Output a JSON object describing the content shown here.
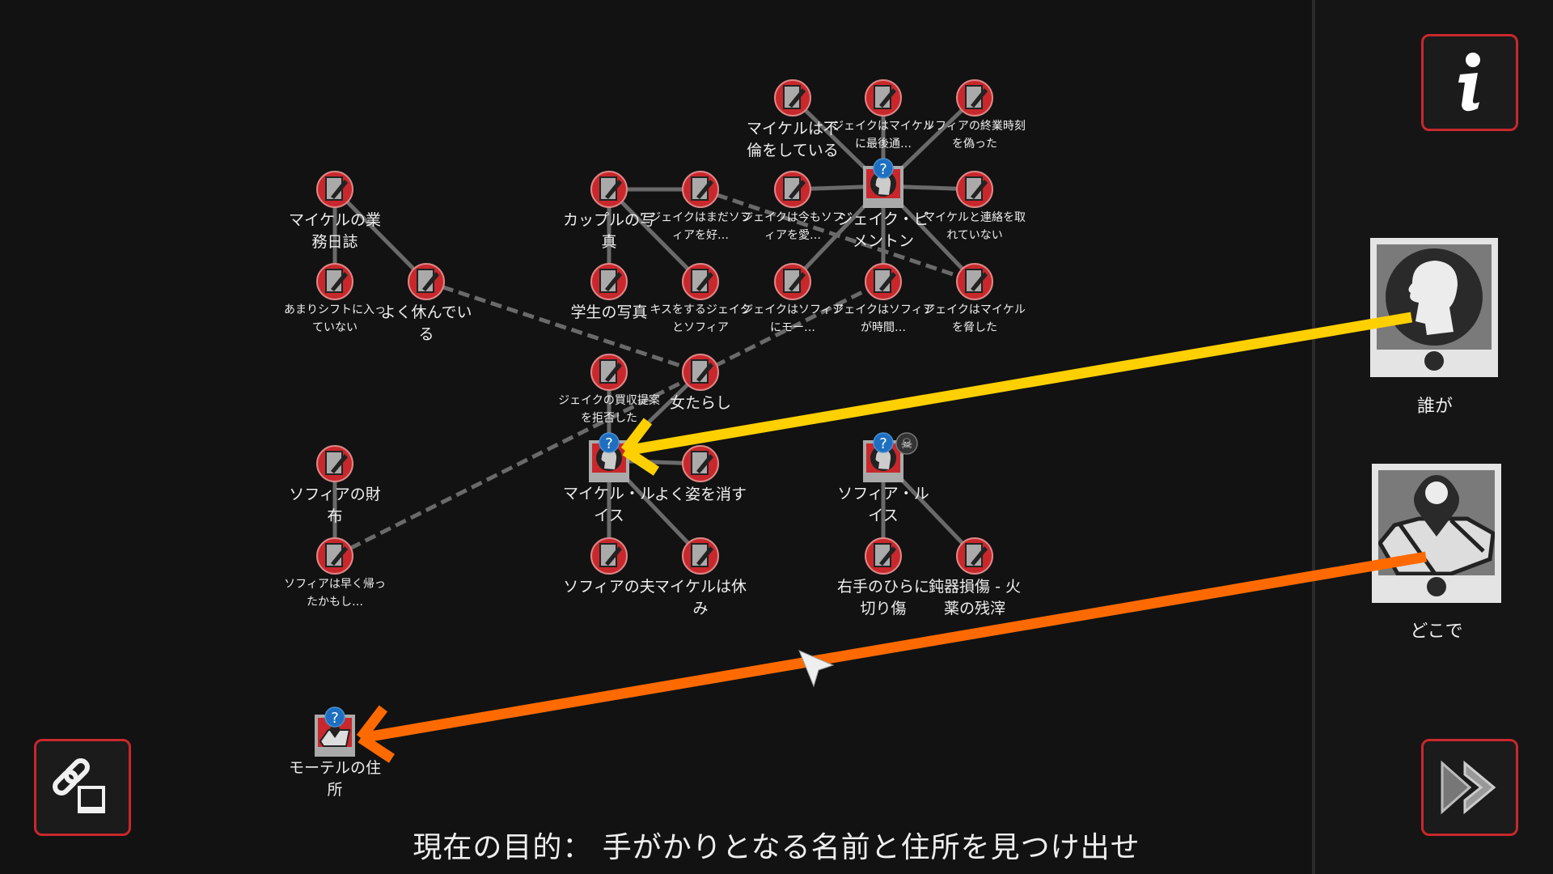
{
  "nodes": [
    {
      "id": "n1",
      "label": "マイケルは不倫をしている",
      "type": "clue",
      "size": "big"
    },
    {
      "id": "n2",
      "label": "ジェイクはマイケルに最後通…",
      "type": "clue",
      "size": "small"
    },
    {
      "id": "n3",
      "label": "ソフィアの終業時刻を偽った",
      "type": "clue",
      "size": "small"
    },
    {
      "id": "n4",
      "label": "マイケルの業務日誌",
      "type": "clue",
      "size": "big"
    },
    {
      "id": "n5",
      "label": "カップルの写真",
      "type": "clue",
      "size": "big"
    },
    {
      "id": "n6",
      "label": "ジェイクはまだソフィアを好…",
      "type": "clue",
      "size": "small"
    },
    {
      "id": "n7",
      "label": "ジェイクは今もソフィアを愛…",
      "type": "clue",
      "size": "small"
    },
    {
      "id": "jake",
      "label": "ジェイク・ピメントン",
      "type": "person",
      "size": "big",
      "badges": [
        "question"
      ]
    },
    {
      "id": "n8",
      "label": "マイケルと連絡を取れていない",
      "type": "clue",
      "size": "small"
    },
    {
      "id": "n9",
      "label": "あまりシフトに入っていない",
      "type": "clue",
      "size": "small"
    },
    {
      "id": "n10",
      "label": "よく休んでいる",
      "type": "clue",
      "size": "big"
    },
    {
      "id": "n11",
      "label": "学生の写真",
      "type": "clue",
      "size": "big"
    },
    {
      "id": "n12",
      "label": "キスをするジェイクとソフィア",
      "type": "clue",
      "size": "small"
    },
    {
      "id": "n13",
      "label": "ジェイクはソフィアにモー…",
      "type": "clue",
      "size": "small"
    },
    {
      "id": "n14",
      "label": "ジェイクはソフィアが時間…",
      "type": "clue",
      "size": "small"
    },
    {
      "id": "n15",
      "label": "ジェイクはマイケルを脅した",
      "type": "clue",
      "size": "small"
    },
    {
      "id": "n16",
      "label": "ジェイクの買収提案を拒否した",
      "type": "clue",
      "size": "small"
    },
    {
      "id": "n17",
      "label": "女たらし",
      "type": "clue",
      "size": "big"
    },
    {
      "id": "n18",
      "label": "ソフィアの財布",
      "type": "clue",
      "size": "big"
    },
    {
      "id": "michael",
      "label": "マイケル・ルイス",
      "type": "person",
      "size": "big",
      "badges": [
        "question"
      ]
    },
    {
      "id": "n19",
      "label": "よく姿を消す",
      "type": "clue",
      "size": "big"
    },
    {
      "id": "sofia",
      "label": "ソフィア・ルイス",
      "type": "person",
      "size": "big",
      "badges": [
        "question",
        "skull"
      ]
    },
    {
      "id": "n20",
      "label": "ソフィアは早く帰ったかもし…",
      "type": "clue",
      "size": "small"
    },
    {
      "id": "n21",
      "label": "ソフィアの夫",
      "type": "clue",
      "size": "big"
    },
    {
      "id": "n22",
      "label": "マイケルは休み",
      "type": "clue",
      "size": "big"
    },
    {
      "id": "n23",
      "label": "右手のひらに切り傷",
      "type": "clue",
      "size": "big"
    },
    {
      "id": "n24",
      "label": "鈍器損傷 - 火薬の残滓",
      "type": "clue",
      "size": "big"
    },
    {
      "id": "motel",
      "label": "モーテルの住所",
      "type": "location",
      "size": "big",
      "badges": [
        "question"
      ]
    }
  ],
  "edges": [
    {
      "from": "n4",
      "to": "n9",
      "style": "solid"
    },
    {
      "from": "n4",
      "to": "n10",
      "style": "solid"
    },
    {
      "from": "n5",
      "to": "n6",
      "style": "solid"
    },
    {
      "from": "n5",
      "to": "n11",
      "style": "solid"
    },
    {
      "from": "n5",
      "to": "n12",
      "style": "solid"
    },
    {
      "from": "jake",
      "to": "n1",
      "style": "solid"
    },
    {
      "from": "jake",
      "to": "n2",
      "style": "solid"
    },
    {
      "from": "jake",
      "to": "n3",
      "style": "solid"
    },
    {
      "from": "jake",
      "to": "n7",
      "style": "solid"
    },
    {
      "from": "jake",
      "to": "n8",
      "style": "solid"
    },
    {
      "from": "jake",
      "to": "n13",
      "style": "solid"
    },
    {
      "from": "jake",
      "to": "n14",
      "style": "solid"
    },
    {
      "from": "jake",
      "to": "n15",
      "style": "solid"
    },
    {
      "from": "n16",
      "to": "michael",
      "style": "solid"
    },
    {
      "from": "n17",
      "to": "michael",
      "style": "solid"
    },
    {
      "from": "michael",
      "to": "n19",
      "style": "solid"
    },
    {
      "from": "michael",
      "to": "n21",
      "style": "solid"
    },
    {
      "from": "michael",
      "to": "n22",
      "style": "solid"
    },
    {
      "from": "sofia",
      "to": "n23",
      "style": "solid"
    },
    {
      "from": "sofia",
      "to": "n24",
      "style": "solid"
    },
    {
      "from": "n18",
      "to": "n20",
      "style": "solid"
    },
    {
      "from": "n10",
      "to": "n17",
      "style": "dashed"
    },
    {
      "from": "n6",
      "to": "n15",
      "style": "dashed"
    },
    {
      "from": "n20",
      "to": "n14",
      "style": "dashed"
    }
  ],
  "links": [
    {
      "from": "who_card",
      "to": "michael",
      "color": "#ffd000"
    },
    {
      "from": "where_card",
      "to": "motel",
      "color": "#ff6a00"
    }
  ],
  "panel": {
    "info_icon": "info-icon",
    "who_label": "誰が",
    "where_label": "どこで",
    "forward_icon": "fast-forward-icon"
  },
  "link_button_icon": "link-icon",
  "objective": "現在の目的： 手がかりとなる名前と住所を見つけ出せ",
  "colors": {
    "accent": "#c8282c",
    "badge": "#1e6fc0",
    "edge": "#6a6a6a"
  }
}
